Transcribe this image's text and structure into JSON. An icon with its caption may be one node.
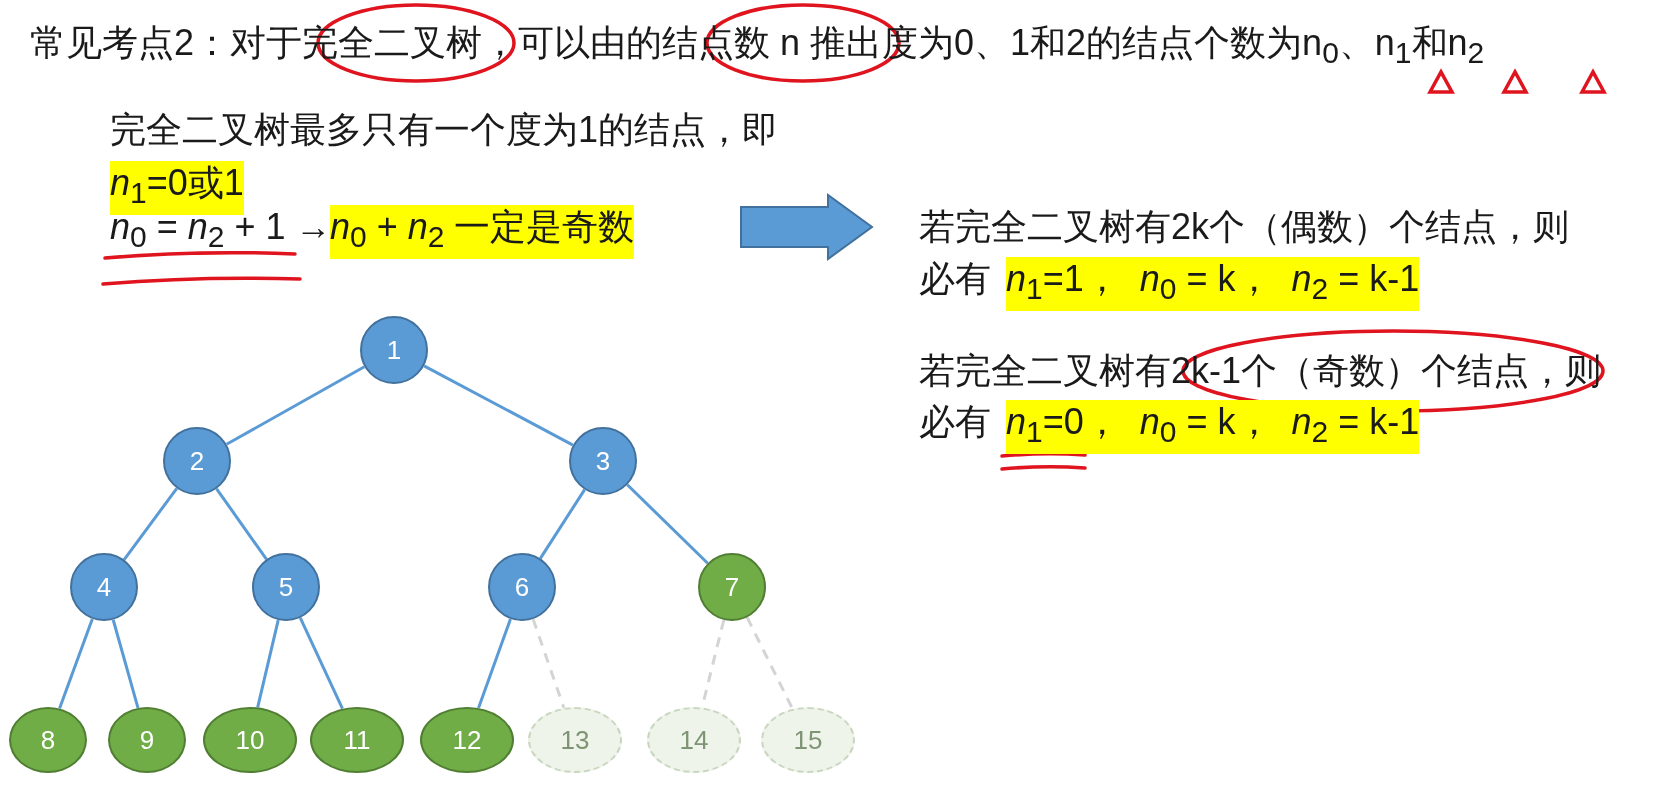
{
  "diagram": {
    "title": "常见考点2：对于完全二叉树，可以由的结点数 n 推出度为0、1和2的结点个数为n$_{0}$、n$_{1}$和n$_{2}$",
    "nodes": [
      {
        "text": [
          "1"
        ]
      },
      {
        "text": [
          "2"
        ]
      },
      {
        "text": [
          "3"
        ]
      },
      {
        "text": [
          "4"
        ]
      },
      {
        "text": [
          "5"
        ]
      },
      {
        "text": [
          "6"
        ]
      },
      {
        "text": [
          "7"
        ]
      },
      {
        "text": [
          "8"
        ]
      },
      {
        "text": [
          "9"
        ]
      },
      {
        "text": [
          "10"
        ]
      },
      {
        "text": [
          "11"
        ]
      },
      {
        "text": [
          "12"
        ]
      },
      {
        "text": [
          "13"
        ]
      },
      {
        "text": [
          "14"
        ]
      },
      {
        "text": [
          "15"
        ]
      }
    ],
    "edges": [
      {
        "from": 0,
        "to": 1,
        "arrow": "none"
      },
      {
        "from": 0,
        "to": 2,
        "arrow": "none"
      },
      {
        "from": 1,
        "to": 3,
        "arrow": "none"
      },
      {
        "from": 1,
        "to": 4,
        "arrow": "none"
      },
      {
        "from": 2,
        "to": 5,
        "arrow": "none"
      },
      {
        "from": 2,
        "to": 6,
        "arrow": "none"
      },
      {
        "from": 3,
        "to": 7,
        "arrow": "none"
      },
      {
        "from": 3,
        "to": 8,
        "arrow": "none"
      },
      {
        "from": 4,
        "to": 9,
        "arrow": "none"
      },
      {
        "from": 4,
        "to": 10,
        "arrow": "none"
      },
      {
        "from": 5,
        "to": 11,
        "arrow": "none"
      },
      {
        "from": 5,
        "to": 12,
        "arrow": "none",
        "style": "dashed",
        "color": "#d4d4d4"
      },
      {
        "from": 6,
        "to": 13,
        "arrow": "none",
        "style": "dashed",
        "color": "#d4d4d4"
      },
      {
        "from": 6,
        "to": 14,
        "arrow": "none",
        "style": "dashed",
        "color": "#d4d4d4"
      }
    ],
    "labels": [
      "完全二叉树最多只有一个度为1的结点，即",
      "*n*$_{1}$=0或1",
      "*n*$_{0}$ = *n*$_{2}$ + 1 →",
      "*n*$_{0}$ + *n*$_{2}$ 一定是奇数",
      "若完全二叉树有2k个（偶数）个结点，则",
      "必有",
      "*n*$_{1}$=1，  *n*$_{0}$ = k，  *n*$_{2}$ = k-1",
      "若完全二叉树有2k-1个（奇数）个结点，则",
      "必有",
      "*n*$_{1}$=0，  *n*$_{0}$ = k，  *n*$_{2}$ = k-1"
    ]
  }
}
